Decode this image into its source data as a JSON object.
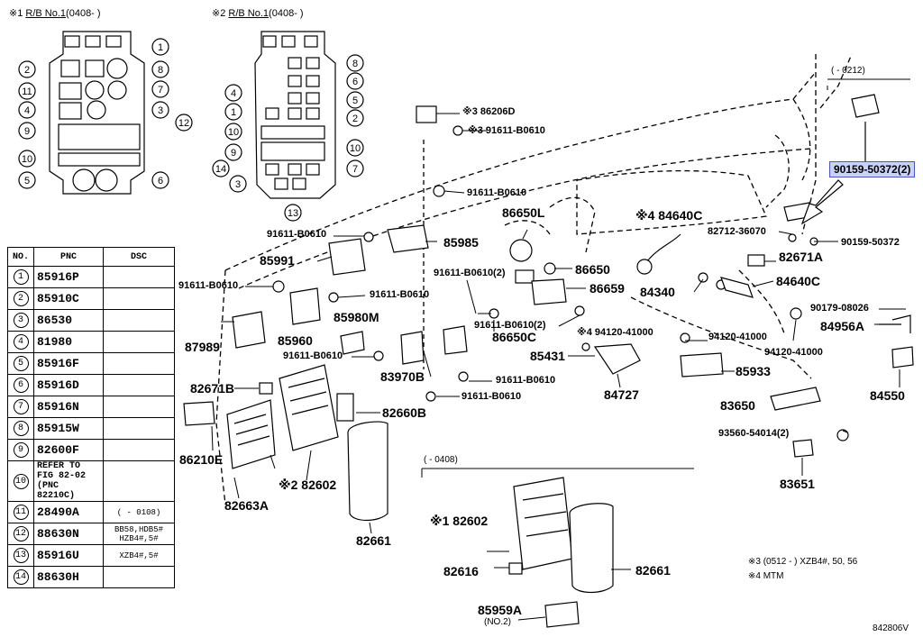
{
  "headers": {
    "rb1": {
      "mark": "※1",
      "name": "R/B No.1",
      "date": "(0408-    )"
    },
    "rb2": {
      "mark": "※2",
      "name": "R/B No.1",
      "date": "(0408-    )"
    }
  },
  "callouts": {
    "rb1": [
      "1",
      "2",
      "8",
      "11",
      "7",
      "4",
      "3",
      "12",
      "9",
      "10",
      "5",
      "6"
    ],
    "rb2": [
      "8",
      "6",
      "4",
      "5",
      "1",
      "2",
      "10",
      "9",
      "10",
      "14",
      "7",
      "3",
      "13"
    ]
  },
  "table": {
    "headers": [
      "NO.",
      "PNC",
      "DSC"
    ],
    "rows": [
      {
        "no": "1",
        "pnc": "85916P",
        "dsc": ""
      },
      {
        "no": "2",
        "pnc": "85910C",
        "dsc": ""
      },
      {
        "no": "3",
        "pnc": "86530",
        "dsc": ""
      },
      {
        "no": "4",
        "pnc": "81980",
        "dsc": ""
      },
      {
        "no": "5",
        "pnc": "85916F",
        "dsc": ""
      },
      {
        "no": "6",
        "pnc": "85916D",
        "dsc": ""
      },
      {
        "no": "7",
        "pnc": "85916N",
        "dsc": ""
      },
      {
        "no": "8",
        "pnc": "85915W",
        "dsc": ""
      },
      {
        "no": "9",
        "pnc": "82600F",
        "dsc": ""
      },
      {
        "no": "10",
        "pnc": "REFER TO FIG 82-02 (PNC 82210C)",
        "dsc": ""
      },
      {
        "no": "11",
        "pnc": "28490A",
        "dsc": "(    - 0108)"
      },
      {
        "no": "12",
        "pnc": "88630N",
        "dsc": "BB58,HDB5# HZB4#,5#"
      },
      {
        "no": "13",
        "pnc": "85916U",
        "dsc": "XZB4#,5#"
      },
      {
        "no": "14",
        "pnc": "88630H",
        "dsc": ""
      }
    ]
  },
  "labels": {
    "p86206D": "※3 86206D",
    "p91611_b0610_a": "※3 91611-B0610",
    "p91611_b0610_b": "91611-B0610",
    "p91611_b0610_c": "91611-B0610",
    "p85985": "85985",
    "p85991": "85991",
    "p91611_b0610_d": "91611-B0610",
    "p91611_b0610_e": "91611-B0610",
    "p85980M": "85980M",
    "p85960": "85960",
    "p87989": "87989",
    "p91611_b0610_f": "91611-B0610",
    "p83970B": "83970B",
    "p82671B": "82671B",
    "p91611_b0610_g": "91611-B0610",
    "p91611_b0610_h": "91611-B0610",
    "p82660B": "82660B",
    "p86210E": "86210E",
    "p82602_2": "※2 82602",
    "p82663A": "82663A",
    "p82661_a": "82661",
    "p86650L": "86650L",
    "p91611_b0610_2a": "91611-B0610(2)",
    "p86650": "86650",
    "p86659": "86659",
    "p91611_b0610_2b": "91611-B0610(2)",
    "p86650C": "86650C",
    "p494120": "※4 94120-41000",
    "p85431": "85431",
    "p84727": "84727",
    "p85933": "85933",
    "p83650": "83650",
    "p84640C_4": "※4 84640C",
    "p84340": "84340",
    "p94120_a": "94120-41000",
    "p94120_b": "94120-41000",
    "p82712": "82712-36070",
    "p90159_50372": "90159-50372",
    "p82671A": "82671A",
    "p84640C": "84640C",
    "p90179": "90179-08026",
    "p84956A": "84956A",
    "p84550": "84550",
    "p93560": "93560-54014(2)",
    "p83651": "83651",
    "p90159_hl": "90159-50372(2)",
    "date_0212": "(    - 0212)",
    "date_0408": "(    - 0408)",
    "p82602_1": "※1 82602",
    "p82616": "82616",
    "p82661_b": "82661",
    "p85959A": "85959A",
    "p85959A_sub": "(NO.2)",
    "note1": "※3 (0512 -      ) XZB4#, 50, 56",
    "note2": "※4 MTM",
    "fig_id": "842806V"
  },
  "colors": {
    "highlight_bg": "#c9d2f7",
    "highlight_border": "#4c57c4",
    "line": "#000000"
  }
}
